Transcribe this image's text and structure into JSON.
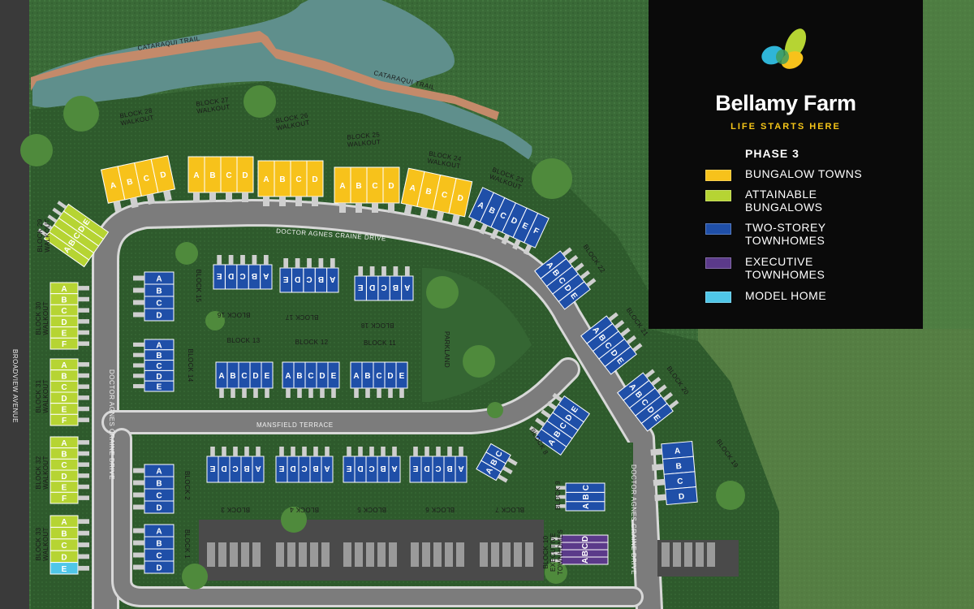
{
  "brand": {
    "name": "Bellamy Farm",
    "tagline": "LIFE STARTS HERE"
  },
  "legend": {
    "title": "PHASE 3",
    "items": [
      {
        "label": "BUNGALOW TOWNS",
        "color": "#f7c21b"
      },
      {
        "label": "ATTAINABLE BUNGALOWS",
        "color": "#b6d433"
      },
      {
        "label": "TWO-STOREY TOWNHOMES",
        "color": "#1f4fa8"
      },
      {
        "label": "EXECUTIVE TOWNHOMES",
        "color": "#5b3a8a"
      },
      {
        "label": "MODEL HOME",
        "color": "#4fc6e8"
      }
    ]
  },
  "colors": {
    "grass": "#3d6e3a",
    "lot": "#2f5c2e",
    "road": "#8a8a8a",
    "water": "#5f8f8c",
    "trail": "#c48a6a",
    "bungalow_towns": "#f7c21b",
    "attainable": "#b6d433",
    "two_storey": "#1f4fa8",
    "executive": "#5b3a8a",
    "model": "#4fc6e8"
  },
  "trails": [
    "CATARAQUI TRAIL",
    "CATARAQUI TRAIL"
  ],
  "streets": {
    "doctor_agnes_top": "DOCTOR AGNES CRAINE DRIVE",
    "doctor_agnes_left": "DOCTOR AGNES CRAINE DRIVE",
    "doctor_agnes_right": "DOCTOR AGNES CRAINE DRIVE",
    "mansfield": "MANSFIELD TERRACE",
    "broadview": "BROADVIEW AVENUE",
    "parkland": "PARKLAND"
  },
  "blocks": {
    "b28": [
      "BLOCK 28",
      "WALKOUT"
    ],
    "b27": [
      "BLOCK 27",
      "WALKOUT"
    ],
    "b26": [
      "BLOCK 26",
      "WALKOUT"
    ],
    "b25": [
      "BLOCK 25",
      "WALKOUT"
    ],
    "b24": [
      "BLOCK 24",
      "WALKOUT"
    ],
    "b23": [
      "BLOCK 23",
      "WALKOUT"
    ],
    "b22": "BLOCK 22",
    "b21": "BLOCK 21",
    "b20": "BLOCK 20",
    "b19": "BLOCK 19",
    "b29": [
      "BLOCK 29",
      "WALKOUT"
    ],
    "b30": [
      "BLOCK 30",
      "WALKOUT"
    ],
    "b31": [
      "BLOCK 31",
      "WALKOUT"
    ],
    "b32": [
      "BLOCK 32",
      "WALKOUT"
    ],
    "b33": [
      "BLOCK 33",
      "WALKOUT"
    ],
    "b15": "BLOCK 15",
    "b16": "BLOCK 16",
    "b17": "BLOCK 17",
    "b18": "BLOCK 18",
    "b14": "BLOCK 14",
    "b13": "BLOCK 13",
    "b12": "BLOCK 12",
    "b11": "BLOCK 11",
    "b2": "BLOCK 2",
    "b1": "BLOCK 1",
    "b3": "BLOCK 3",
    "b4": "BLOCK 4",
    "b5": "BLOCK 5",
    "b6": "BLOCK 6",
    "b7": "BLOCK 7",
    "b8": "BLOCK 8",
    "b9": "BLOCK 9",
    "b10": [
      "BLOCK 10",
      "EXECUTIVE",
      "TOWNHOMES"
    ]
  },
  "units": {
    "abcd": [
      "A",
      "B",
      "C",
      "D"
    ],
    "abcde": [
      "A",
      "B",
      "C",
      "D",
      "E"
    ],
    "abcdef": [
      "A",
      "B",
      "C",
      "D",
      "E",
      "F"
    ],
    "abc": [
      "A",
      "B",
      "C"
    ]
  }
}
